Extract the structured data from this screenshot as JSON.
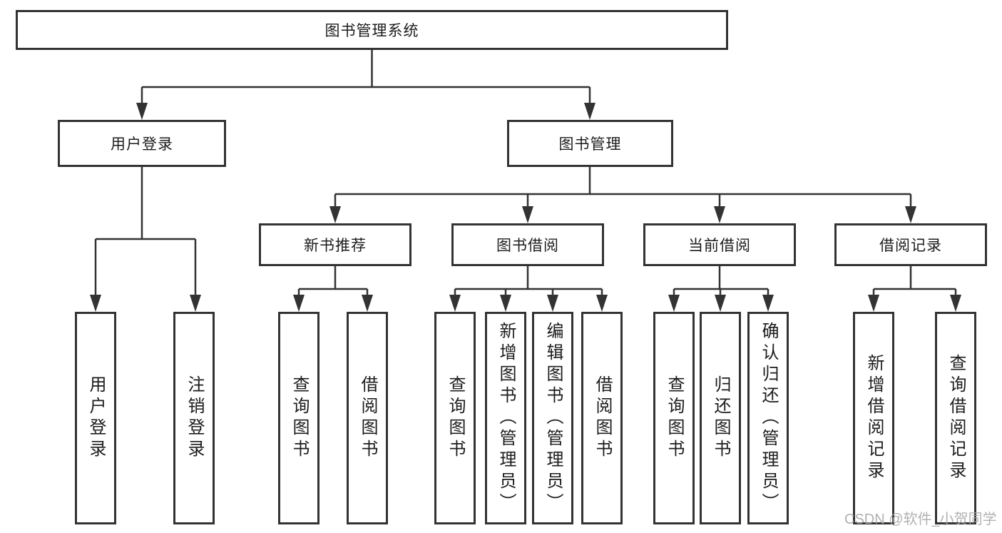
{
  "diagram": {
    "root": "图书管理系统",
    "branches": [
      {
        "label": "用户登录",
        "children": [
          "用户登录",
          "注销登录"
        ]
      },
      {
        "label": "图书管理",
        "sections": [
          {
            "label": "新书推荐",
            "children": [
              "查询图书",
              "借阅图书"
            ]
          },
          {
            "label": "图书借阅",
            "children": [
              "查询图书",
              "新增图书（管理员）",
              "编辑图书（管理员）",
              "借阅图书"
            ]
          },
          {
            "label": "当前借阅",
            "children": [
              "查询图书",
              "归还图书",
              "确认归还（管理员）"
            ]
          },
          {
            "label": "借阅记录",
            "children": [
              "新增借阅记录",
              "查询借阅记录"
            ]
          }
        ]
      }
    ]
  },
  "watermark": "CSDN @软件_小贺同学",
  "colors": {
    "line": "#333333",
    "box_border": "#333333",
    "box_background": "#ffffff",
    "text": "#1c1c1c",
    "watermark": "#a8a8a8",
    "page_background": "#ffffff"
  }
}
